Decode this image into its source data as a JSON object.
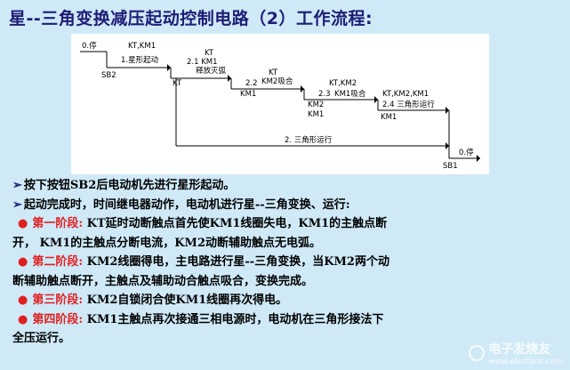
{
  "title": "星--三角变换减压起动控制电路（2）工作流程:",
  "diagram": {
    "labels": {
      "stop_start": "0.停",
      "sb2": "SB2",
      "kt_km1_top": "KT,KM1",
      "step1": "1.星形起动",
      "kt_node": "KT",
      "step21_kt": "KT",
      "step21": "2.1  KM1",
      "release_arc": "释放灭弧",
      "step22": "2.2",
      "km2_pull_kt": "KT",
      "km2_pull": "KM2吸合",
      "km1_a": "KM1",
      "kt_km2": "KT,KM2",
      "step23": "2.3",
      "km1_pull": "KM1吸合",
      "km2_node": "KM2",
      "km1_b": "KM1",
      "kt_km2_km1": "KT,KM2,KM1",
      "step24": "2.4 三角形运行",
      "km1_c": "KM1",
      "step2": "2. 三角形运行",
      "stop_end": "0.停",
      "sb1": "SB1"
    }
  },
  "body": {
    "line1": "按下按钮SB2后电动机先进行星形起动。",
    "line2": "起动完成时，时间继电器动作，电动机进行星--三角变换、运行:",
    "phase1_label": "第一阶段:",
    "phase1_text_a": " KT延时动断触点首先使KM1线圈失电，KM1的主触点断",
    "phase1_text_b": "开， KM1的主触点分断电流，KM2动断辅助触点无电弧。",
    "phase2_label": "第二阶段:",
    "phase2_text_a": " KM2线圈得电，主电路进行星--三角变换，当KM2两个动",
    "phase2_text_b": "断辅助触点断开，主触点及辅助动合触点吸合，变换完成。",
    "phase3_label": "第三阶段:",
    "phase3_text": " KM2自锁闭合使KM1线圈再次得电。",
    "phase4_label": "第四阶段:",
    "phase4_text_a": " KM1主触点再次接通三相电源时，电动机在三角形接法下",
    "phase4_text_b": "全压运行。"
  },
  "watermark": {
    "text": "电子发烧友",
    "url": "www.elecfans.com"
  }
}
